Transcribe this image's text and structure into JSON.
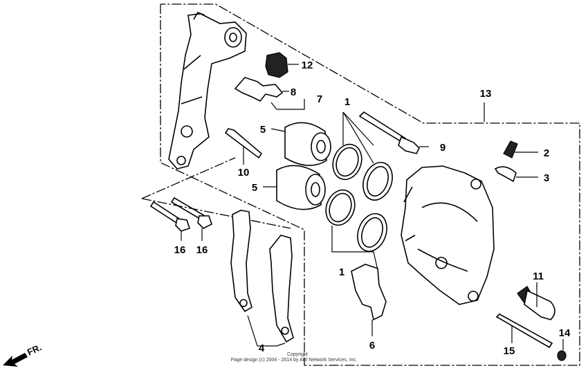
{
  "callouts": [
    {
      "id": "c1a",
      "label": "1"
    },
    {
      "id": "c1b",
      "label": "1"
    },
    {
      "id": "c2",
      "label": "2"
    },
    {
      "id": "c3",
      "label": "3"
    },
    {
      "id": "c4",
      "label": "4"
    },
    {
      "id": "c5a",
      "label": "5"
    },
    {
      "id": "c5b",
      "label": "5"
    },
    {
      "id": "c6",
      "label": "6"
    },
    {
      "id": "c7",
      "label": "7"
    },
    {
      "id": "c8",
      "label": "8"
    },
    {
      "id": "c9",
      "label": "9"
    },
    {
      "id": "c10",
      "label": "10"
    },
    {
      "id": "c11",
      "label": "11"
    },
    {
      "id": "c12",
      "label": "12"
    },
    {
      "id": "c13",
      "label": "13"
    },
    {
      "id": "c14",
      "label": "14"
    },
    {
      "id": "c15",
      "label": "15"
    },
    {
      "id": "c16a",
      "label": "16"
    },
    {
      "id": "c16b",
      "label": "16"
    }
  ],
  "direction_label": "FR.",
  "copyright_line1": "Copyright",
  "copyright_line2": "Page design (c) 2004 - 2014 by ARI Network Services, Inc."
}
